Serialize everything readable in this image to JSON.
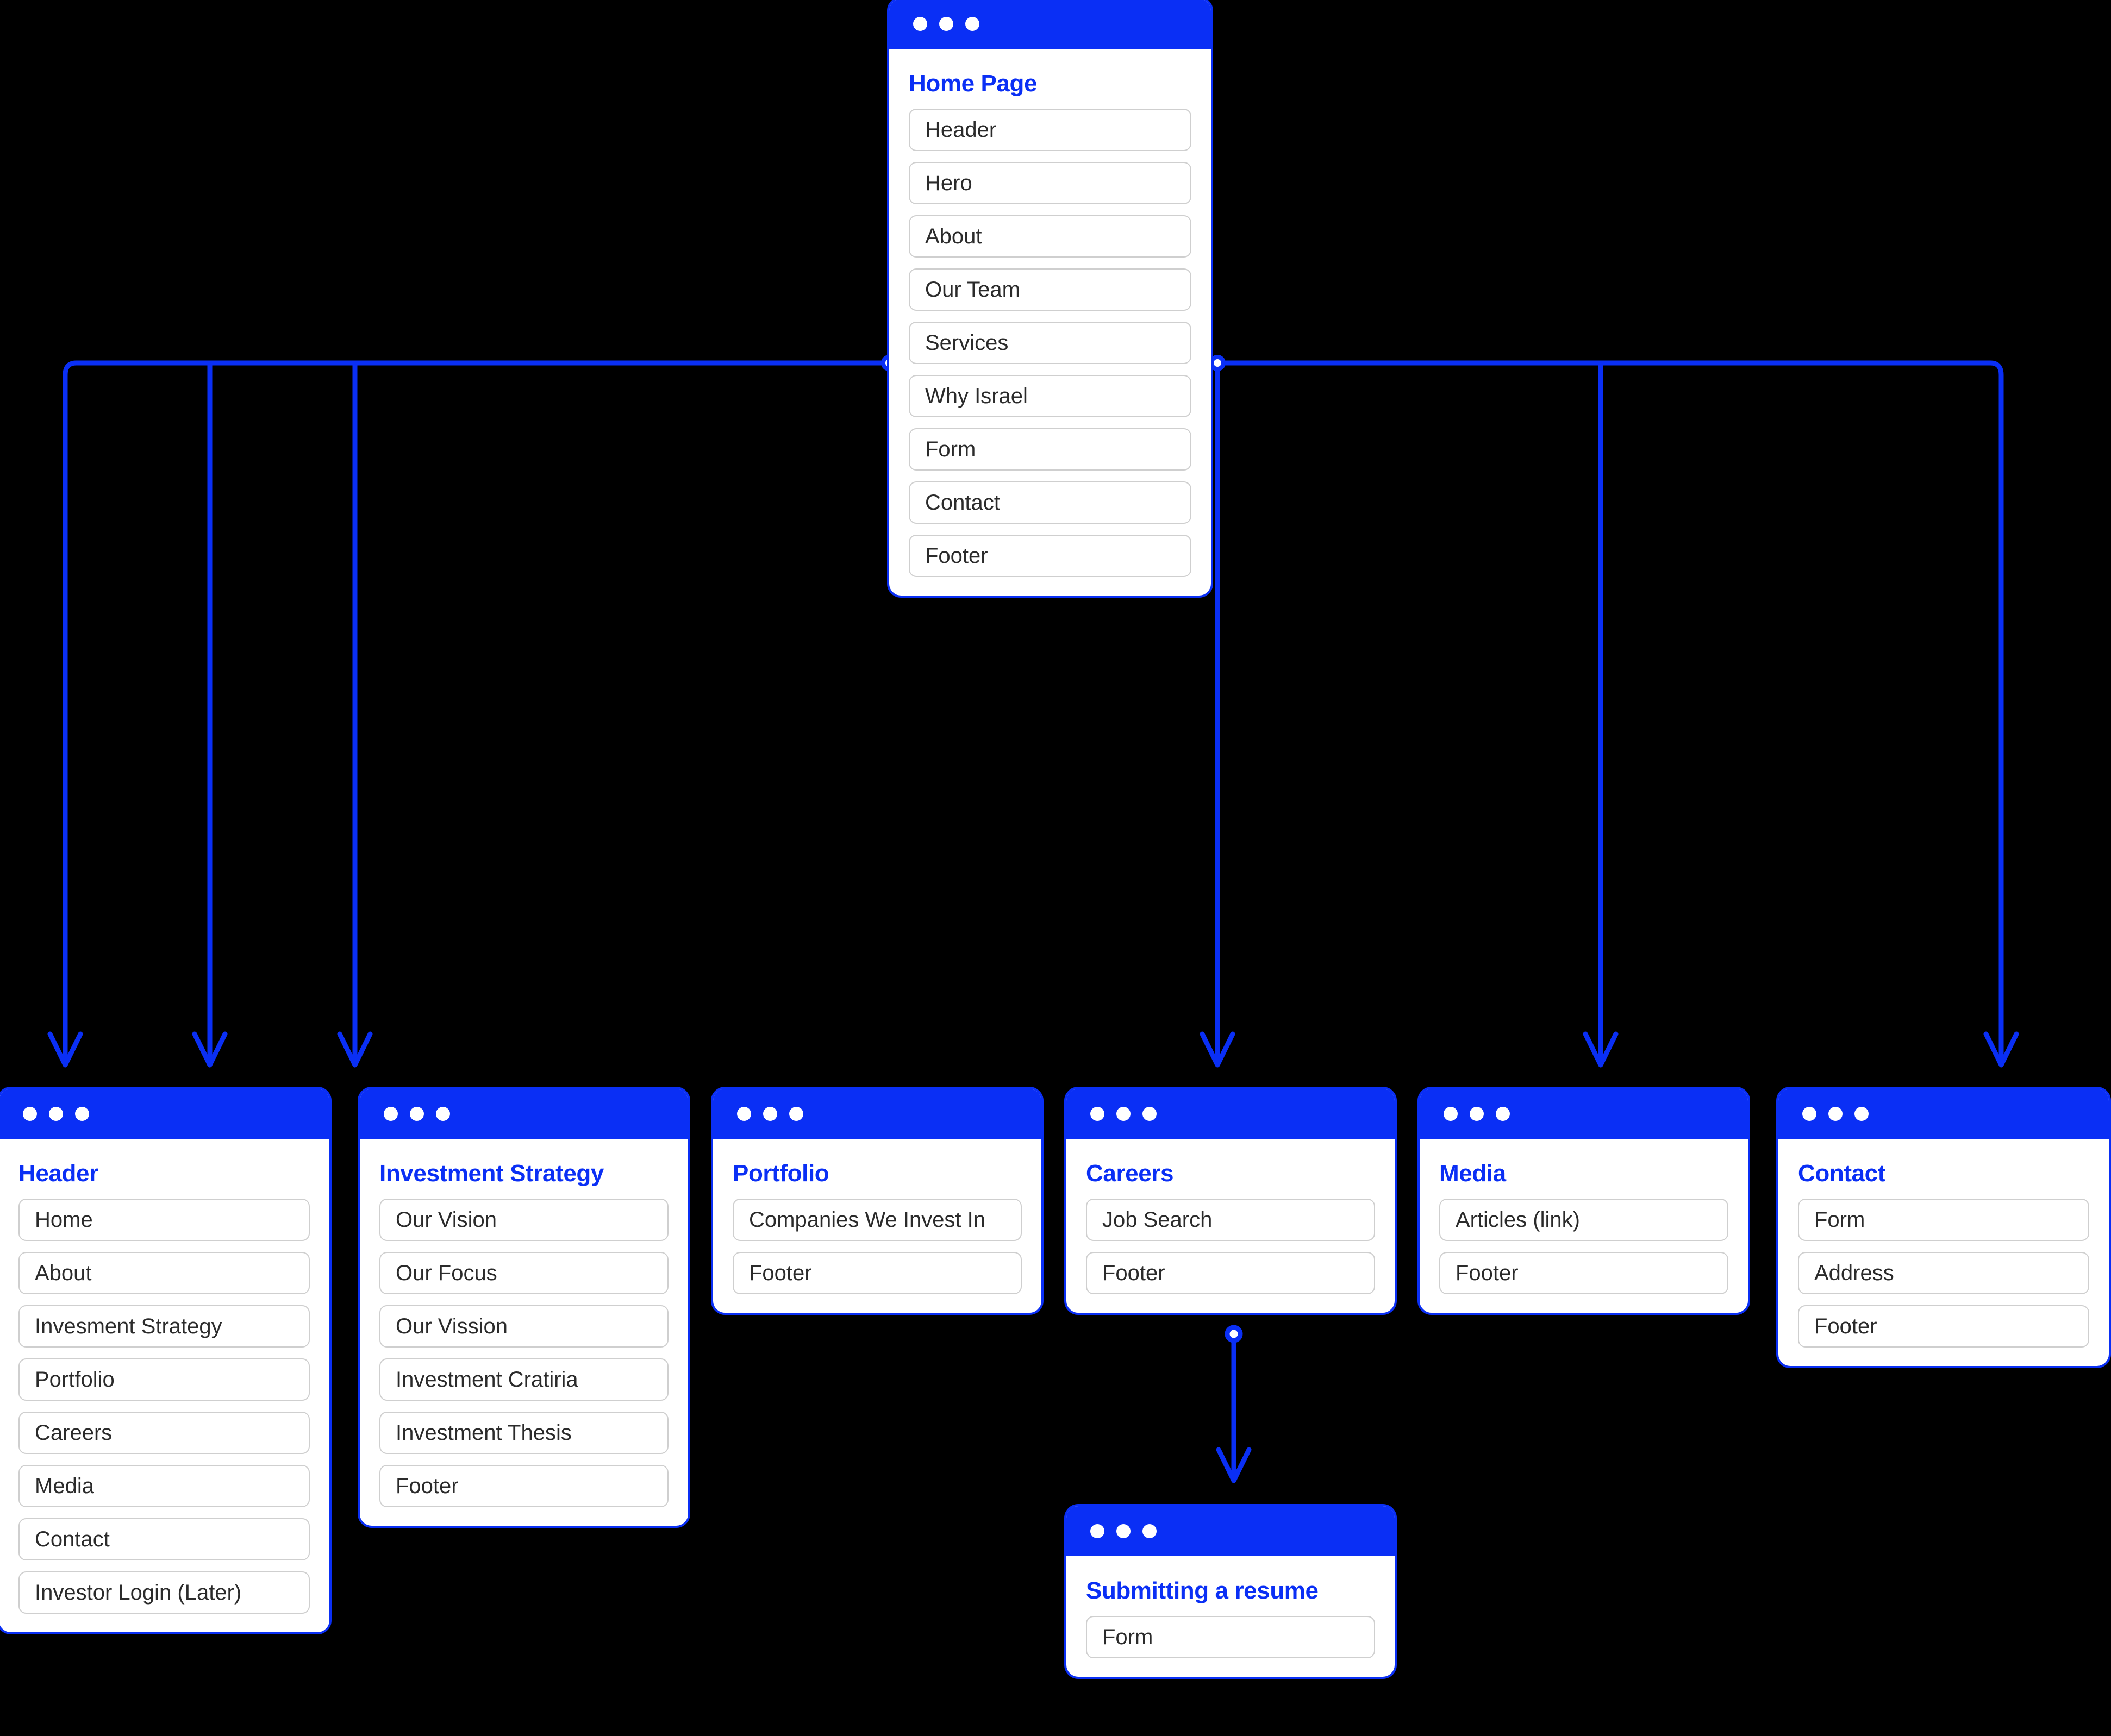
{
  "diagram": {
    "kind": "sitemap",
    "accent_color": "#0a2ff5",
    "background_color": "#000000",
    "card_border_color": "#0a2ff5",
    "item_border_color": "#cfcfcf",
    "item_text_color": "#2b2b2b",
    "window_dot_color": "#ffffff"
  },
  "cards": {
    "home": {
      "title": "Home Page",
      "items": [
        "Header",
        "Hero",
        "About",
        "Our Team",
        "Services",
        "Why Israel",
        "Form",
        "Contact",
        "Footer"
      ]
    },
    "header": {
      "title": "Header",
      "items": [
        "Home",
        "About",
        "Invesment Strategy",
        "Portfolio",
        "Careers",
        "Media",
        "Contact",
        "Investor Login (Later)"
      ]
    },
    "strategy": {
      "title": "Investment Strategy",
      "items": [
        "Our Vision",
        "Our Focus",
        "Our Vission",
        "Investment Cratiria",
        "Investment Thesis",
        "Footer"
      ]
    },
    "portfolio": {
      "title": "Portfolio",
      "items": [
        "Companies We Invest In",
        "Footer"
      ]
    },
    "careers": {
      "title": "Careers",
      "items": [
        "Job Search",
        "Footer"
      ]
    },
    "media": {
      "title": "Media",
      "items": [
        "Articles (link)",
        "Footer"
      ]
    },
    "contact": {
      "title": "Contact",
      "items": [
        "Form",
        "Address",
        "Footer"
      ]
    },
    "resume": {
      "title": "Submitting a resume",
      "items": [
        "Form"
      ]
    }
  },
  "connections": [
    {
      "from": "home",
      "to": "header",
      "side": "left"
    },
    {
      "from": "home",
      "to": "strategy",
      "side": "left"
    },
    {
      "from": "home",
      "to": "portfolio",
      "side": "left"
    },
    {
      "from": "home",
      "to": "careers",
      "side": "right"
    },
    {
      "from": "home",
      "to": "media",
      "side": "right"
    },
    {
      "from": "home",
      "to": "contact",
      "side": "right"
    },
    {
      "from": "careers",
      "to": "resume",
      "side": "bottom"
    }
  ]
}
